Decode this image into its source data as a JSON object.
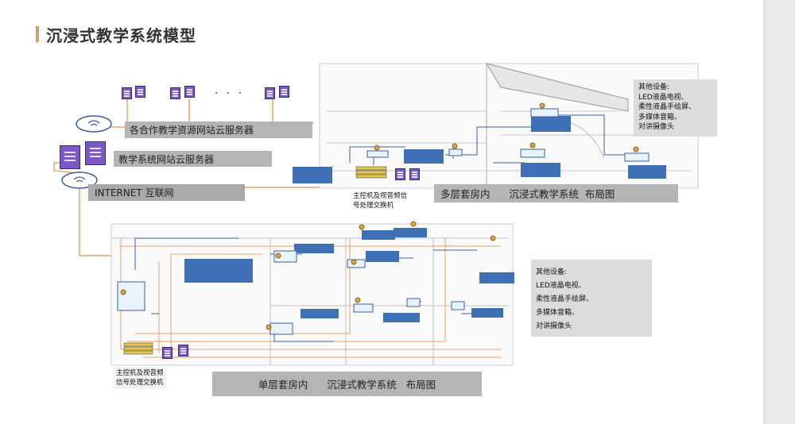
{
  "page": {
    "title": "沉浸式教学系统模型"
  },
  "network": {
    "partner_servers_label": "各合作教学资源网站云服务器",
    "teaching_server_label": "教学系统网站云服务器",
    "internet_label": "INTERNET  互联网",
    "ellipsis": "· · ·"
  },
  "multi_floor": {
    "caption": "多层套房内      沉浸式教学系统  布局图",
    "host_label_1": "主控机及视音频信",
    "host_label_2": "号处理交换机",
    "other_equipment": [
      "其他设备:",
      "LED液晶电视、",
      "柔性液晶手绘屏、",
      "多媒体音箱、",
      "对讲摄像头"
    ]
  },
  "single_floor": {
    "caption": "单层套房内      沉浸式教学系统   布局图",
    "host_label_1": "主控机及视音频",
    "host_label_2": "信号处理交换机",
    "other_equipment": [
      "其他设备:",
      "LED液晶电视、",
      "柔性液晶手绘屏、",
      "多媒体音箱、",
      "对讲摄像头"
    ]
  },
  "colors": {
    "title_accent": "#c8a46a",
    "link_orange": "#f0a060",
    "link_blue": "#3a5fa8",
    "screen_blue": "#3f6fb5",
    "server_purple": "#7a58c6"
  }
}
